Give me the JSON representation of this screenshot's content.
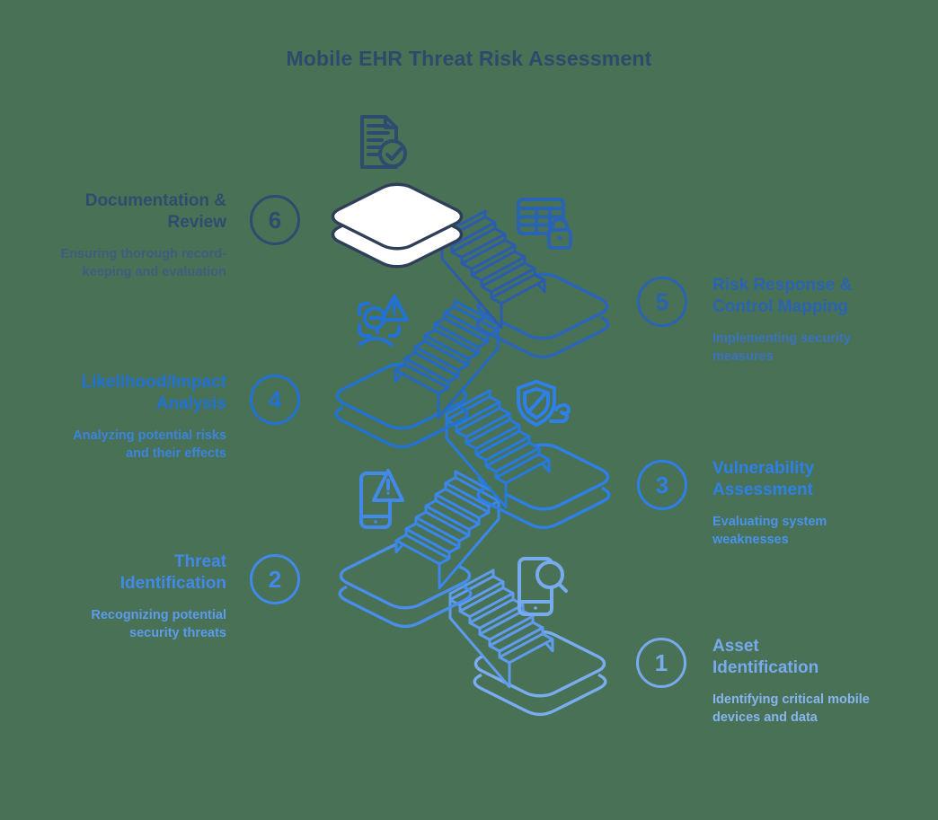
{
  "title": "Mobile EHR Threat Risk Assessment",
  "colors": {
    "background": "#487156",
    "title_text": "#2e4a6b",
    "platform_top_fill": "#ffffff",
    "platform_strokes": [
      "#303f58",
      "#2a64bc",
      "#2272d4",
      "#2e80e8",
      "#4a8eec",
      "#7aacf0"
    ],
    "stair_strokes": [
      "#2b5cae",
      "#2469c8",
      "#2879de",
      "#3b86ea",
      "#609cee"
    ]
  },
  "steps": [
    {
      "number": "1",
      "title": "Asset\nIdentification",
      "subtitle": "Identifying critical mobile\ndevices and data",
      "color": "#78aaee",
      "subtitle_color": "#88b5f0",
      "icon": "phone-search-icon"
    },
    {
      "number": "2",
      "title": "Threat\nIdentification",
      "subtitle": "Recognizing potential\nsecurity threats",
      "color": "#4289ec",
      "subtitle_color": "#5c9bee",
      "icon": "phone-warning-icon"
    },
    {
      "number": "3",
      "title": "Vulnerability\nAssessment",
      "subtitle": "Evaluating system\nweaknesses",
      "color": "#2e80e8",
      "subtitle_color": "#4b92ec",
      "icon": "shield-wind-icon"
    },
    {
      "number": "4",
      "title": "Likelihood/Impact\nAnalysis",
      "subtitle": "Analyzing potential risks\nand their effects",
      "color": "#2272d6",
      "subtitle_color": "#3b83de",
      "icon": "face-scan-warning-icon"
    },
    {
      "number": "5",
      "title": "Risk Response &\nControl Mapping",
      "subtitle": "Implementing security\nmeasures",
      "color": "#2a63b2",
      "subtitle_color": "#3a72bd",
      "icon": "table-lock-icon"
    },
    {
      "number": "6",
      "title": "Documentation &\nReview",
      "subtitle": "Ensuring thorough record-\nkeeping and evaluation",
      "color": "#2e4c6e",
      "subtitle_color": "#3f5d7c",
      "icon": "document-check-icon"
    }
  ]
}
